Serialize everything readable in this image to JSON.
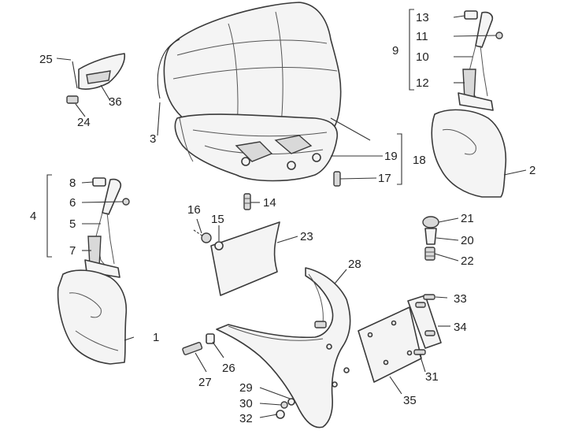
{
  "callouts": {
    "c1": "1",
    "c2": "2",
    "c3": "3",
    "c4": "4",
    "c5": "5",
    "c6": "6",
    "c7": "7",
    "c8": "8",
    "c9": "9",
    "c10": "10",
    "c11": "11",
    "c12": "12",
    "c13": "13",
    "c14": "14",
    "c15": "15",
    "c16": "16",
    "c17": "17",
    "c18": "18",
    "c19": "19",
    "c20": "20",
    "c21": "21",
    "c22": "22",
    "c23": "23",
    "c24": "24",
    "c25": "25",
    "c26": "26",
    "c27": "27",
    "c28": "28",
    "c29": "29",
    "c30": "30",
    "c31": "31",
    "c32": "32",
    "c33": "33",
    "c34": "34",
    "c35": "35",
    "c36": "36"
  },
  "colors": {
    "line": "#3a3a3a",
    "fill": "#f4f4f4",
    "shade": "#d9d9d9",
    "text": "#222222"
  }
}
